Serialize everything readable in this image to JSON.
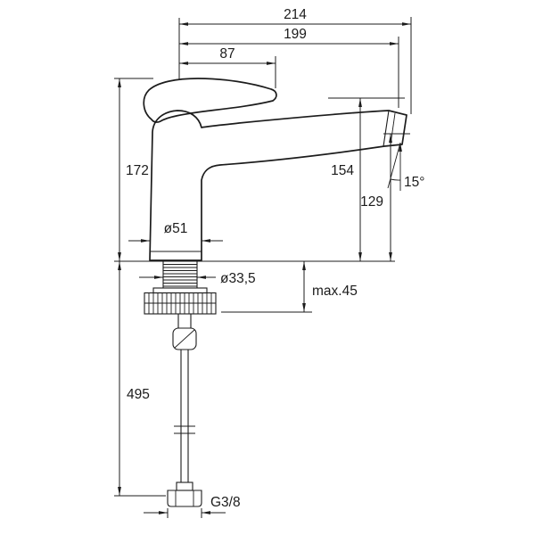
{
  "colors": {
    "line": "#1c1c1c",
    "background": "#ffffff"
  },
  "dims": {
    "overall_length": "214",
    "spout_reach": "199",
    "lever_length": "87",
    "total_height": "172",
    "spout_top_height": "154",
    "outlet_height": "129",
    "spray_angle": "15°",
    "body_diameter": "ø51",
    "shank_diameter": "ø33,5",
    "max_deck_thickness": "max.45",
    "hose_length": "495",
    "thread_size": "G3/8"
  }
}
